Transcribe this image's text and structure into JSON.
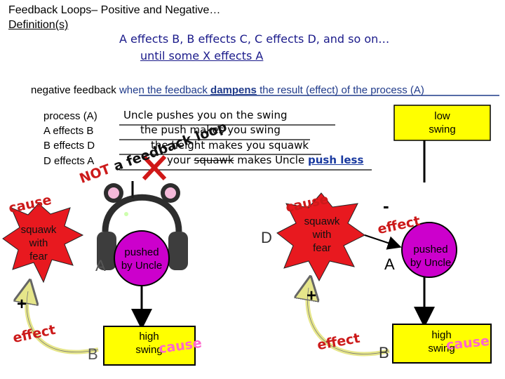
{
  "title": "Feedback Loops– Positive and Negative…",
  "definition_label": "Definition(s)",
  "definition_line1": "A effects B, B effects C, C effects D, and so on…",
  "definition_line2": "until some X effects A",
  "negative_feedback": {
    "label": "negative feedback",
    "text_part1": "when the feedback",
    "text_keyword": "dampens",
    "text_part2": "the result (effect) of the process (A)"
  },
  "process_rows": [
    {
      "label": "process (A)",
      "value": "Uncle pushes you on the swing"
    },
    {
      "label": "A effects B",
      "value": "the push makes you swing"
    },
    {
      "label": "B effects D",
      "value": "the height makes you squawk"
    },
    {
      "label": "D effects A",
      "value_prefix": "your",
      "value_struck": "squawk",
      "value_suffix": "makes Uncle",
      "value_emphasis": "push less"
    }
  ],
  "low_swing_box": "low\nswing",
  "not_a_feedback_loop": {
    "not": "NOT",
    "a": "a",
    "feedback": "feedback",
    "loop": "loop"
  },
  "left_loop": {
    "cause_label": "cause",
    "squawk_star": "squawk\nwith\nfear",
    "a_letter": "A",
    "pushed_box": "pushed\nby Uncle",
    "plus_sign": "+",
    "effect_label": "effect",
    "b_letter": "B",
    "high_swing_box": "high\nswing",
    "cause_overlay": "cause"
  },
  "right_loop": {
    "d_letter": "D",
    "cause_label": "cause",
    "squawk_star": "squawk\nwith\nfear",
    "minus_sign": "-",
    "effect_label_top": "effect",
    "a_letter": "A",
    "pushed_box": "pushed\nby Uncle",
    "plus_sign": "+",
    "effect_label_bottom": "effect",
    "b_letter": "B",
    "high_swing_box": "high\nswing",
    "cause_overlay": "cause"
  },
  "colors": {
    "underline_blue": "#1f3a8a",
    "emphasis_blue": "#1a3aa0",
    "red_star": "#e8191f",
    "magenta": "#cc00cc",
    "yellow": "#ffff00",
    "effect_red": "#cc1a1a",
    "arrow_yellow": "#e6e68a",
    "pink_cause": "#ff66cc"
  },
  "icons": [
    "x-mark-icon",
    "headphones-icon",
    "arrow-icon"
  ]
}
